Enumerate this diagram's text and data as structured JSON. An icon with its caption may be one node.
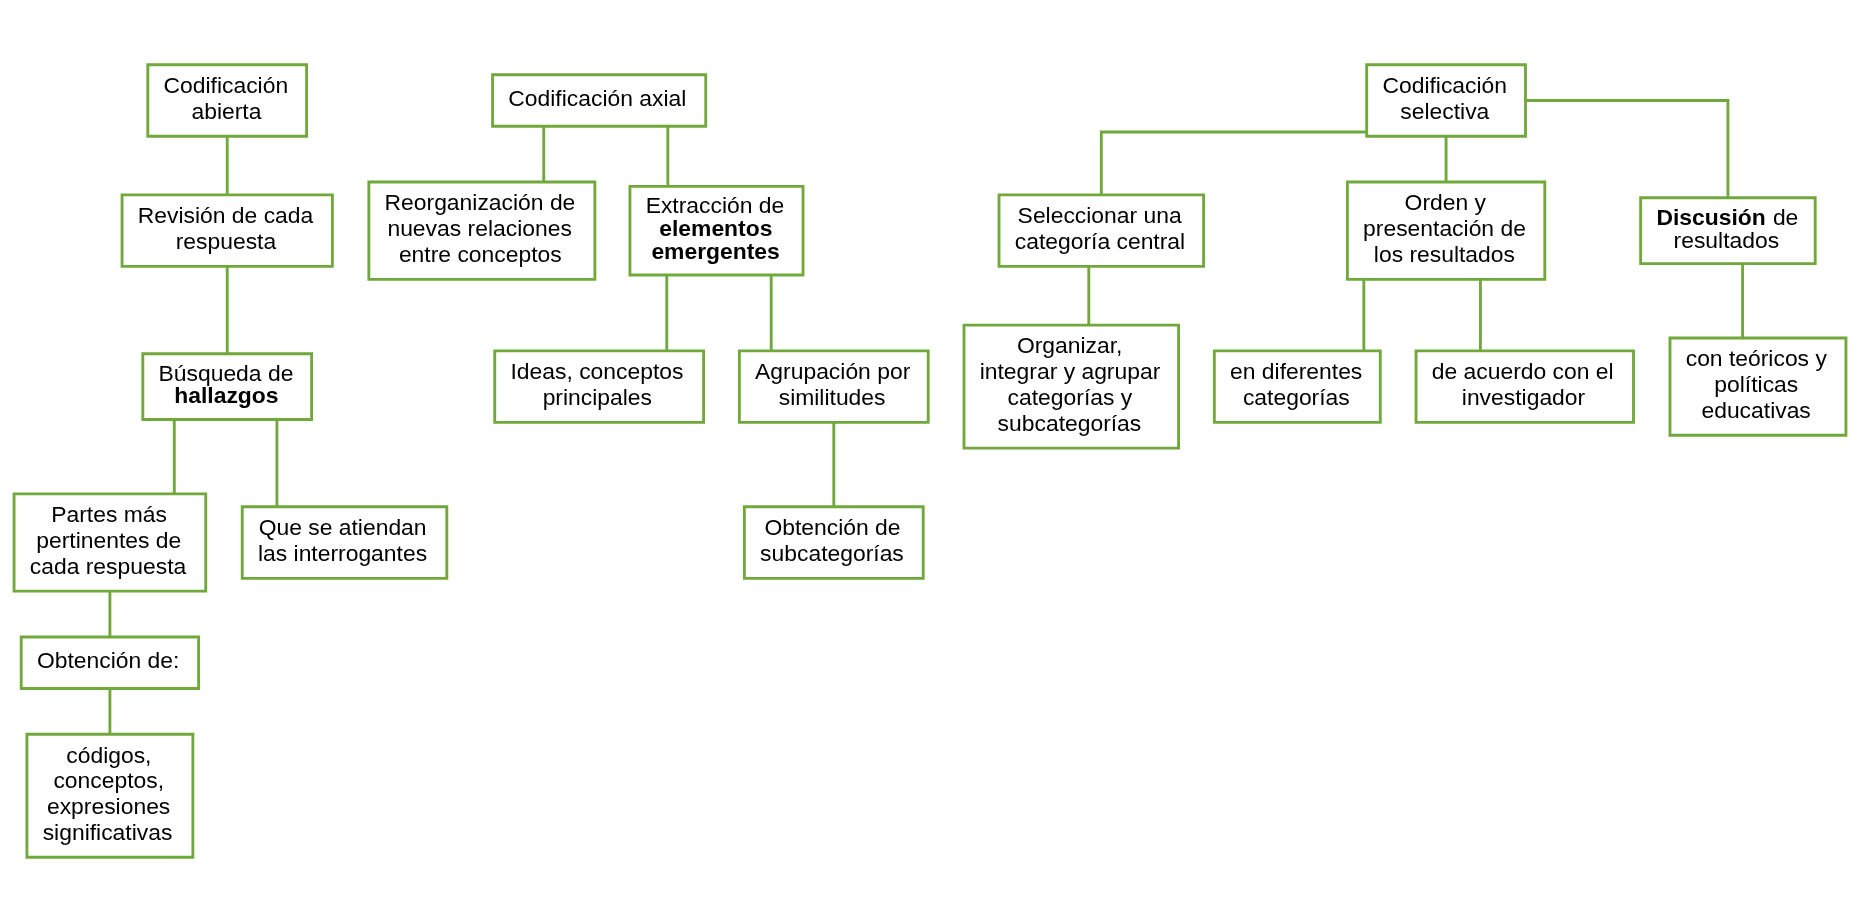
{
  "diagram": {
    "nodes": [
      {
        "text": [
          "Codificación abierta"
        ]
      },
      {
        "text": [
          "Revisión de cada respuesta"
        ]
      },
      {
        "text": [
          "Búsqueda de **hallazgos**"
        ]
      },
      {
        "text": [
          "Partes más pertinentes de cada respuesta"
        ]
      },
      {
        "text": [
          "Que se atiendan las interrogantes"
        ]
      },
      {
        "text": [
          "Obtención de:"
        ]
      },
      {
        "text": [
          "códigos, conceptos, expresiones significativas"
        ]
      },
      {
        "text": [
          "Codificación axial"
        ]
      },
      {
        "text": [
          "Reorganización de nuevas relaciones entre conceptos"
        ]
      },
      {
        "text": [
          "Extracción de **elementos emergentes**"
        ]
      },
      {
        "text": [
          "Ideas, conceptos principales"
        ]
      },
      {
        "text": [
          "Agrupación por similitudes"
        ]
      },
      {
        "text": [
          "Obtención de subcategorías"
        ]
      },
      {
        "text": [
          "Codificación selectiva"
        ]
      },
      {
        "text": [
          "Seleccionar una categoría central"
        ]
      },
      {
        "text": [
          "Organizar, integrar y agrupar categorías y subcategorías"
        ]
      },
      {
        "text": [
          "Orden y presentación de los resultados"
        ]
      },
      {
        "text": [
          "en diferentes categorías"
        ]
      },
      {
        "text": [
          "de acuerdo con el investigador"
        ]
      },
      {
        "text": [
          "**Discusión** de resultados"
        ]
      },
      {
        "text": [
          "con teóricos y políticas educativas"
        ]
      }
    ],
    "edges": [
      {
        "from": 0,
        "to": 1,
        "arrow": "none"
      },
      {
        "from": 1,
        "to": 2,
        "arrow": "none"
      },
      {
        "from": 2,
        "to": 3,
        "arrow": "none"
      },
      {
        "from": 2,
        "to": 4,
        "arrow": "none"
      },
      {
        "from": 3,
        "to": 5,
        "arrow": "none"
      },
      {
        "from": 5,
        "to": 6,
        "arrow": "none"
      },
      {
        "from": 7,
        "to": 8,
        "arrow": "none"
      },
      {
        "from": 7,
        "to": 9,
        "arrow": "none"
      },
      {
        "from": 9,
        "to": 10,
        "arrow": "none"
      },
      {
        "from": 9,
        "to": 11,
        "arrow": "none"
      },
      {
        "from": 11,
        "to": 12,
        "arrow": "none"
      },
      {
        "from": 13,
        "to": 14,
        "arrow": "none"
      },
      {
        "from": 13,
        "to": 16,
        "arrow": "none"
      },
      {
        "from": 13,
        "to": 19,
        "arrow": "none"
      },
      {
        "from": 14,
        "to": 15,
        "arrow": "none"
      },
      {
        "from": 16,
        "to": 17,
        "arrow": "none"
      },
      {
        "from": 16,
        "to": 18,
        "arrow": "none"
      },
      {
        "from": 19,
        "to": 20,
        "arrow": "none"
      }
    ]
  }
}
